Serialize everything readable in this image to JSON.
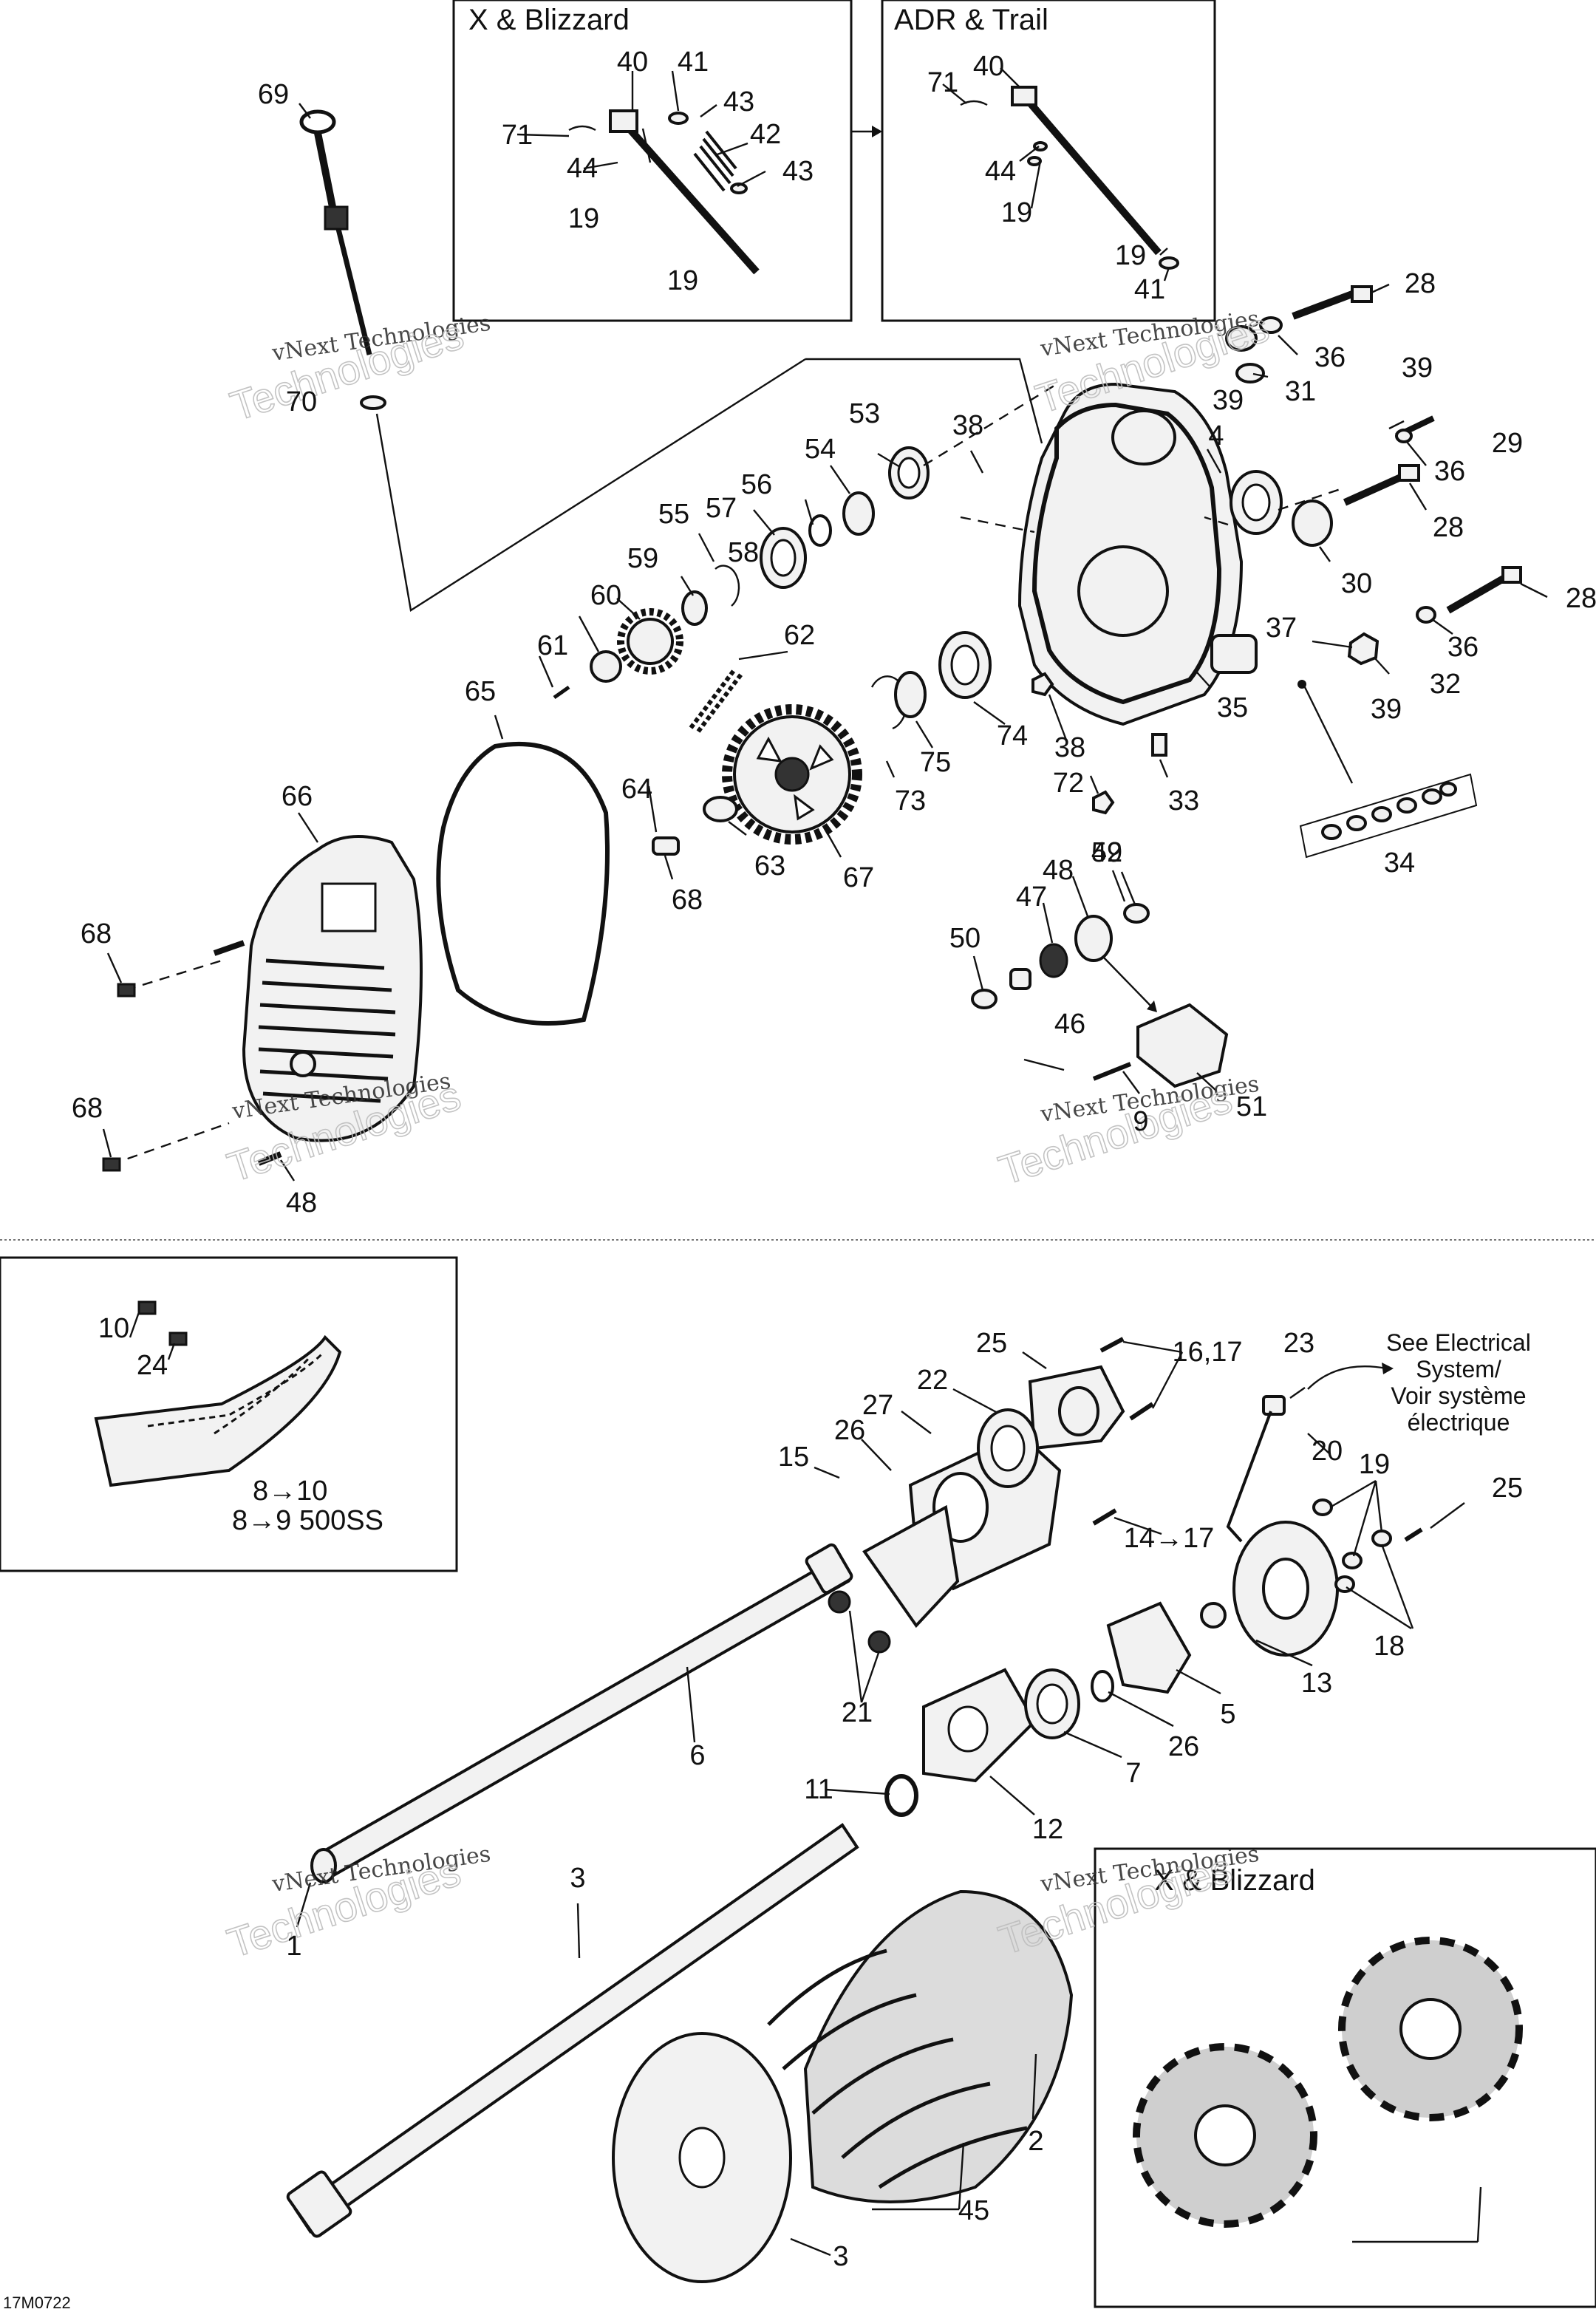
{
  "diagram_code": "17M0722",
  "insets": {
    "x_blizzard_valve": {
      "title": "X & Blizzard"
    },
    "adr_trail_valve": {
      "title": "ADR & Trail"
    },
    "track": {
      "label_a": "8→10",
      "label_b": "8→9 500SS"
    },
    "x_blizzard_sprockets": {
      "title": "X & Blizzard"
    }
  },
  "electrical_note": {
    "line1": "See Electrical",
    "line2": "System/",
    "line3": "Voir système",
    "line4": "électrique"
  },
  "watermark": {
    "line1": "vNext Technologies",
    "line2": "Technologies"
  },
  "callouts": [
    "69",
    "71",
    "40",
    "41",
    "43",
    "42",
    "43",
    "44",
    "19",
    "19",
    "71",
    "40",
    "44",
    "19",
    "19",
    "41",
    "28",
    "36",
    "31",
    "39",
    "39",
    "29",
    "36",
    "4",
    "28",
    "30",
    "28",
    "36",
    "37",
    "32",
    "39",
    "35",
    "34",
    "70",
    "53",
    "38",
    "54",
    "56",
    "57",
    "55",
    "58",
    "59",
    "60",
    "61",
    "62",
    "65",
    "66",
    "75",
    "74",
    "38",
    "72",
    "33",
    "64",
    "73",
    "63",
    "67",
    "68",
    "68",
    "68",
    "48",
    "50",
    "49",
    "47",
    "48",
    "52",
    "46",
    "51",
    "9",
    "10",
    "24",
    "25",
    "16,17",
    "23",
    "22",
    "27",
    "26",
    "15",
    "20",
    "19",
    "25",
    "14→17",
    "18",
    "13",
    "5",
    "26",
    "21",
    "6",
    "7",
    "11",
    "12",
    "1",
    "3",
    "2",
    "45",
    "3",
    "2"
  ]
}
